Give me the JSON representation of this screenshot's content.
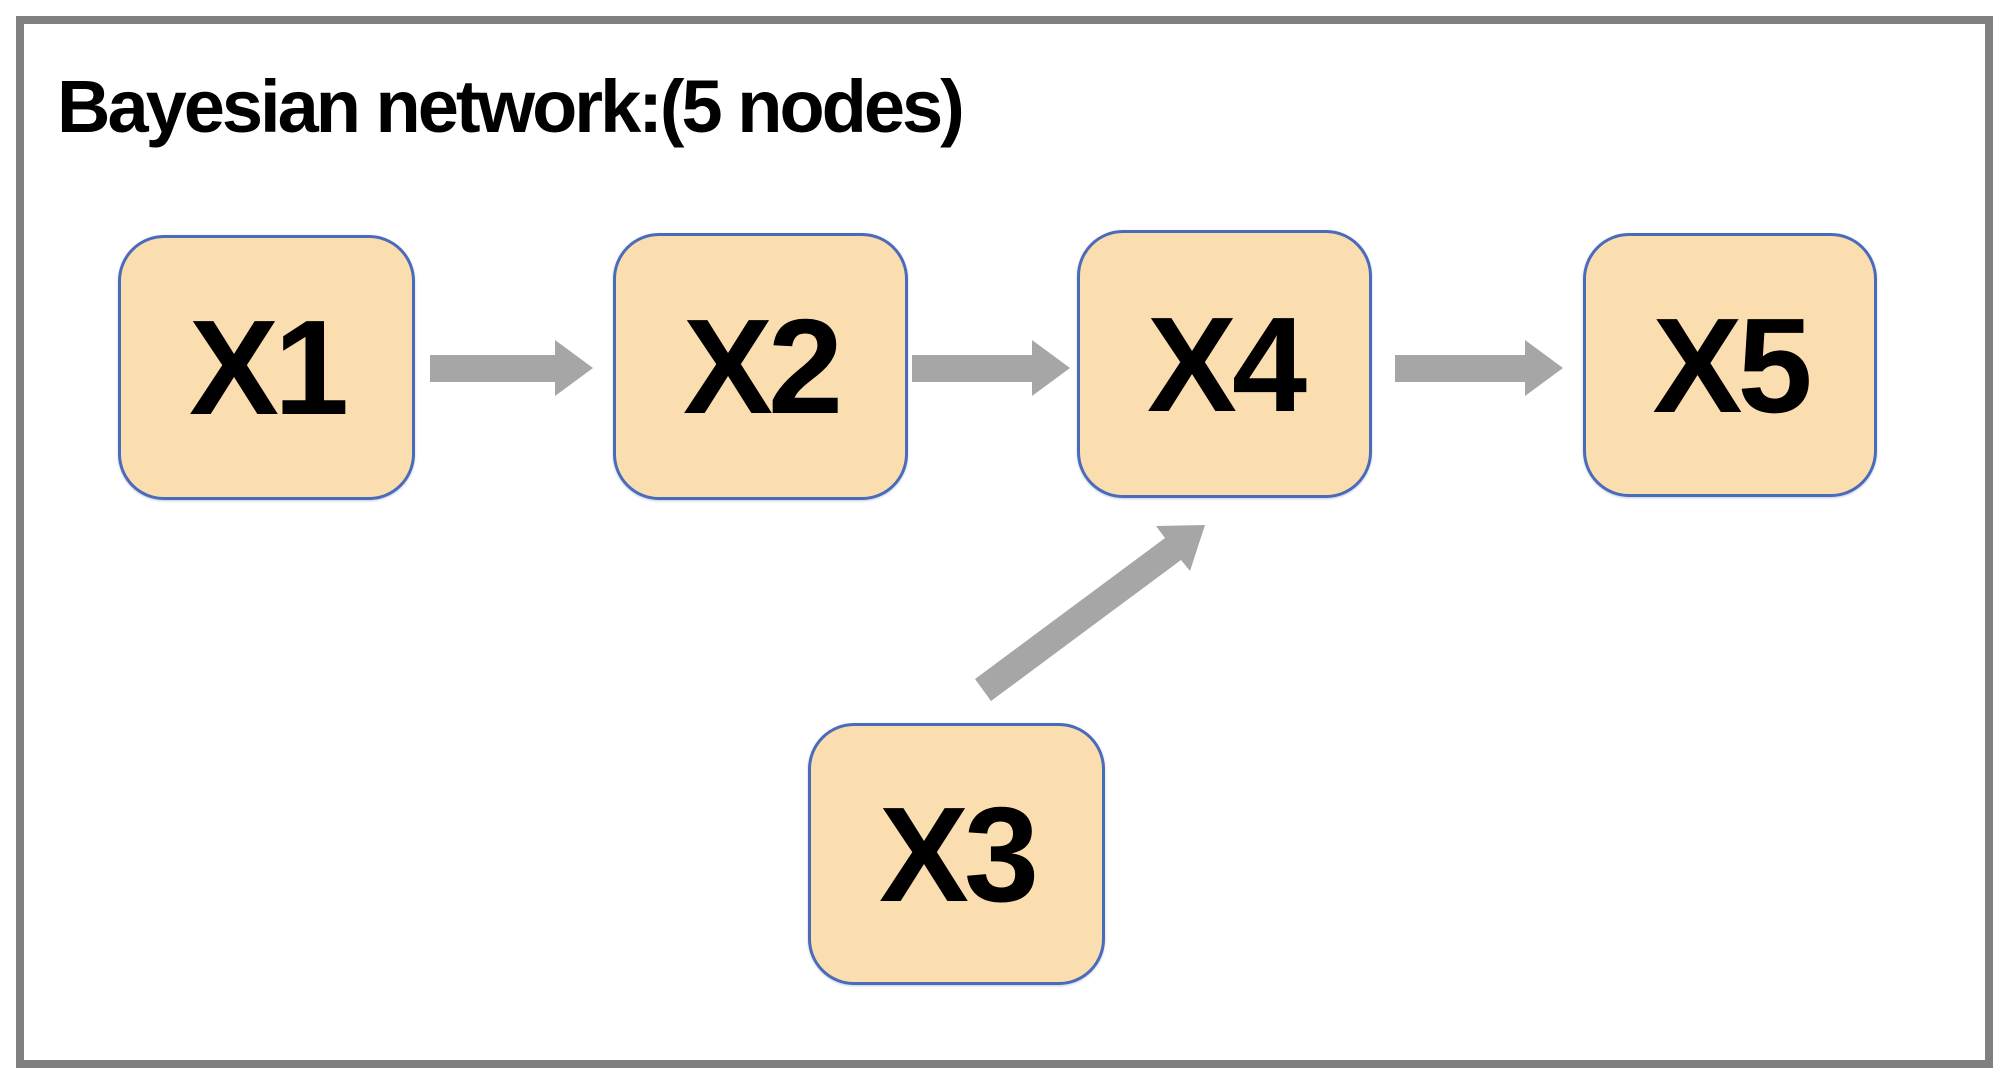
{
  "title": "Bayesian network:(5 nodes)",
  "colors": {
    "node_fill": "#FBDEB0",
    "node_border": "#4A6BBA",
    "arrow": "#A6A6A6",
    "frame_border": "#808080",
    "text": "#000000",
    "background": "#FFFFFF"
  },
  "diagram": {
    "type": "bayesian-network",
    "node_count": 5,
    "nodes": [
      {
        "id": "X1",
        "label": "X1"
      },
      {
        "id": "X2",
        "label": "X2"
      },
      {
        "id": "X3",
        "label": "X3"
      },
      {
        "id": "X4",
        "label": "X4"
      },
      {
        "id": "X5",
        "label": "X5"
      }
    ],
    "edges": [
      {
        "from": "X1",
        "to": "X2"
      },
      {
        "from": "X2",
        "to": "X4"
      },
      {
        "from": "X3",
        "to": "X4"
      },
      {
        "from": "X4",
        "to": "X5"
      }
    ]
  }
}
